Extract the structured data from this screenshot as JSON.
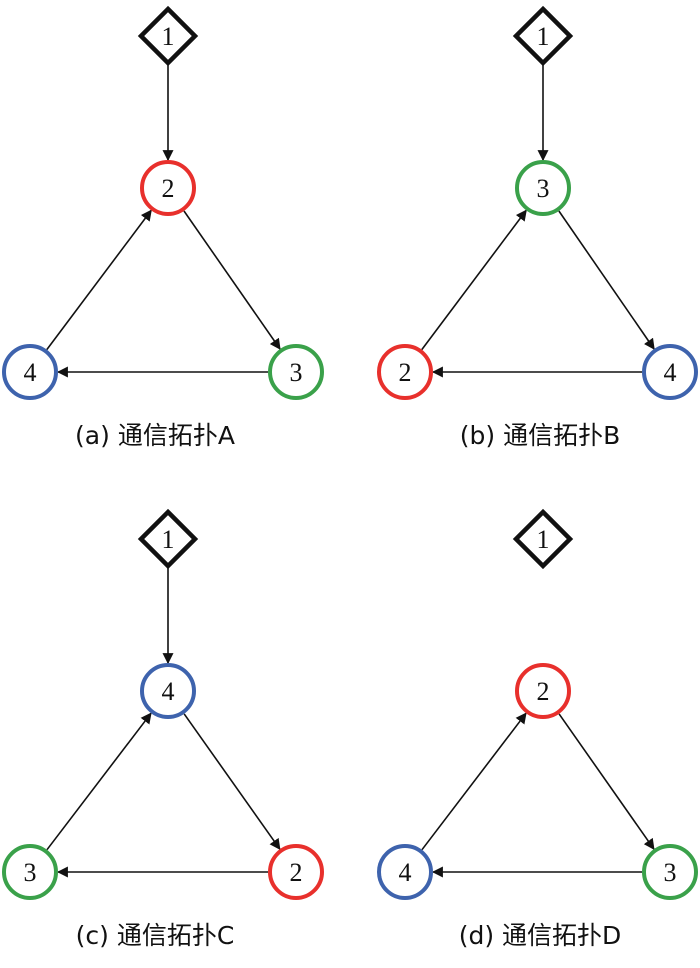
{
  "colors": {
    "red": "#e8302c",
    "green": "#3aa14a",
    "blue": "#3e63ad",
    "leader": "#111111",
    "edge": "#111111"
  },
  "panels": [
    {
      "id": "a",
      "caption": "(a) 通信拓扑A",
      "leader": {
        "label": "1"
      },
      "leader_edge_to": "top",
      "nodes": [
        {
          "pos": "top",
          "label": "2",
          "color": "red"
        },
        {
          "pos": "right",
          "label": "3",
          "color": "green"
        },
        {
          "pos": "left",
          "label": "4",
          "color": "blue"
        }
      ]
    },
    {
      "id": "b",
      "caption": "(b) 通信拓扑B",
      "leader": {
        "label": "1"
      },
      "leader_edge_to": "top",
      "nodes": [
        {
          "pos": "top",
          "label": "3",
          "color": "green"
        },
        {
          "pos": "right",
          "label": "4",
          "color": "blue"
        },
        {
          "pos": "left",
          "label": "2",
          "color": "red"
        }
      ]
    },
    {
      "id": "c",
      "caption": "(c) 通信拓扑C",
      "leader": {
        "label": "1"
      },
      "leader_edge_to": "top",
      "nodes": [
        {
          "pos": "top",
          "label": "4",
          "color": "blue"
        },
        {
          "pos": "right",
          "label": "2",
          "color": "red"
        },
        {
          "pos": "left",
          "label": "3",
          "color": "green"
        }
      ]
    },
    {
      "id": "d",
      "caption": "(d) 通信拓扑D",
      "leader": {
        "label": "1"
      },
      "leader_edge_to": null,
      "nodes": [
        {
          "pos": "top",
          "label": "2",
          "color": "red"
        },
        {
          "pos": "right",
          "label": "3",
          "color": "green"
        },
        {
          "pos": "left",
          "label": "4",
          "color": "blue"
        }
      ]
    }
  ],
  "cycle_edges": [
    {
      "from": "top",
      "to": "right"
    },
    {
      "from": "right",
      "to": "left"
    },
    {
      "from": "left",
      "to": "top"
    }
  ]
}
